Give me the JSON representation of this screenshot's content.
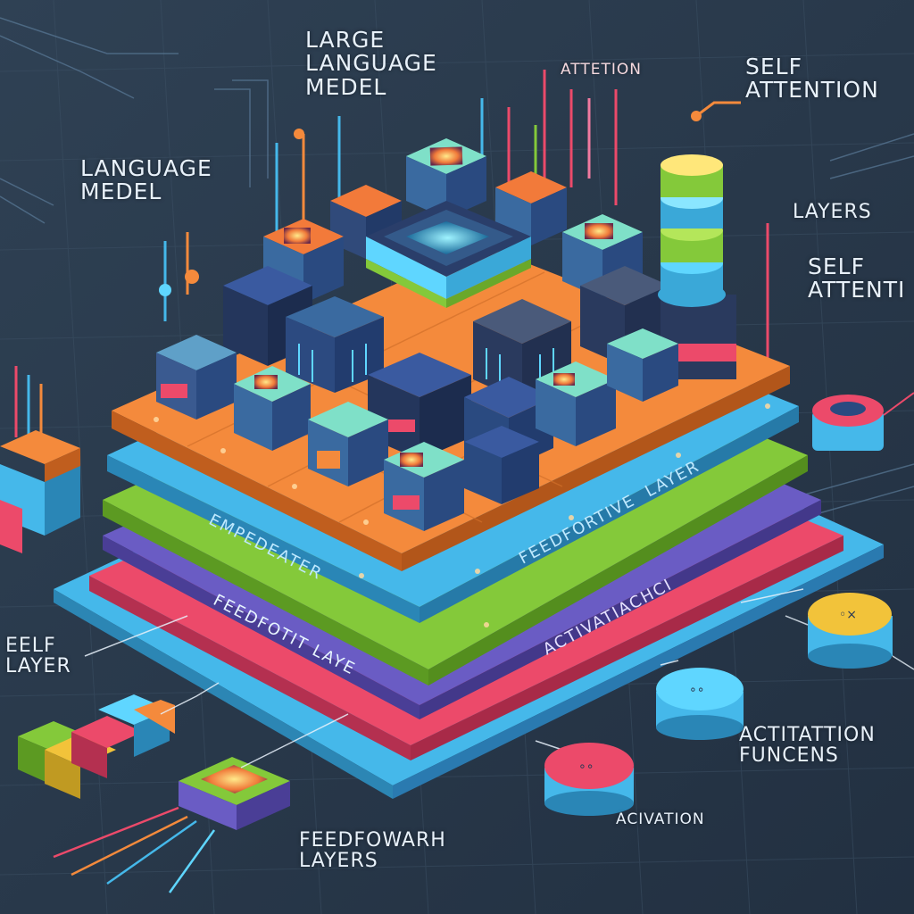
{
  "labels": {
    "large_language_model": "LARGE\nLANGUAGE\nMEDEL",
    "attention": "ATTETION",
    "self_attention_top": "SELF\nATTENTION",
    "language_model": "LANGUAGE\nMEDEL",
    "layers_right": "LAYERS",
    "self_attention_right": "SELF\nATTENTI",
    "eelf_layer": "EELF\nLAYER",
    "activation_funcens": "ACTITATTION\nFUNCENS",
    "acivation": "ACIVATION",
    "feedfowarh_layers": "FEEDFOWARH\nLAYERS"
  },
  "plate_labels": {
    "embed": "EMPEDEATER",
    "feedforward_layer": "FEEDFORTIVE  LAYER",
    "activation": "ACTIVATIACHCI",
    "feedforward_layer_2": "FEEDFOTIT LAYE"
  },
  "colors": {
    "background": "#2a3a4c",
    "orange_plate": "#f48a3c",
    "blue_plate": "#45b8ea",
    "green_plate": "#84c93a",
    "purple_plate": "#6a5cc4",
    "pink_plate": "#ec4a6a",
    "accent_cyan": "#5fd6ff"
  },
  "icons": {
    "chip": "processor-chip-icon",
    "cube": "neural-cube-icon",
    "stack": "attention-stack-icon",
    "node": "activation-node-icon"
  }
}
